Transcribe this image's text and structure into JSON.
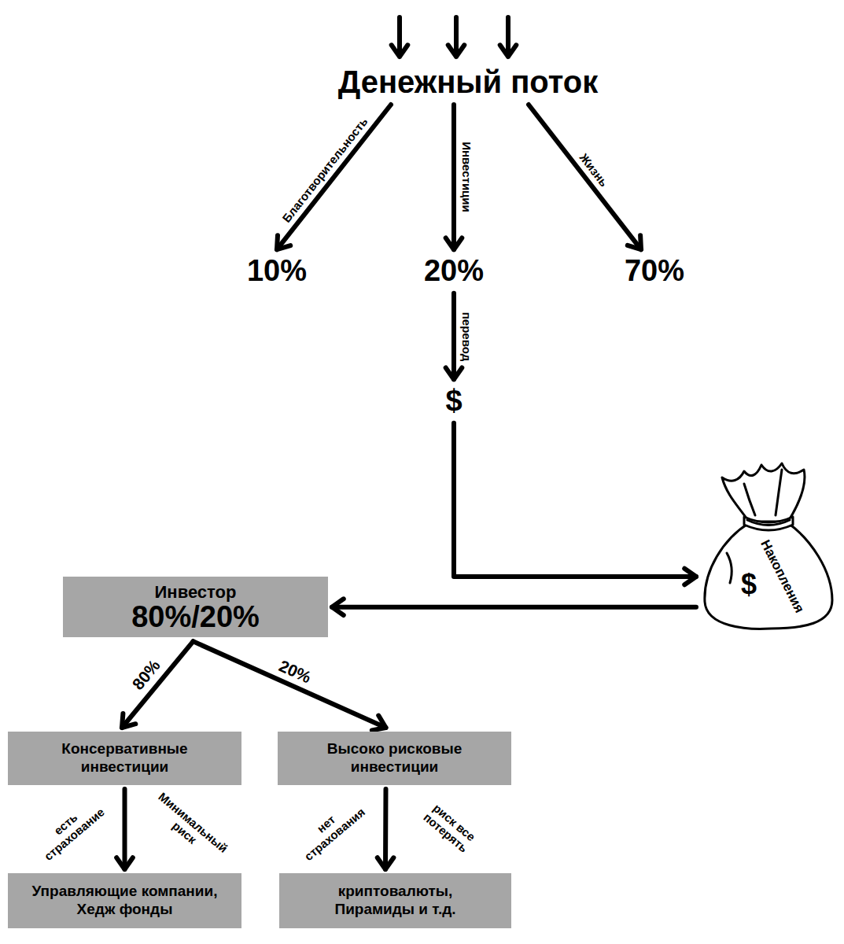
{
  "diagram": {
    "nodes": [
      {
        "text": [
          "Денежный поток"
        ]
      },
      {
        "text": [
          "10%"
        ]
      },
      {
        "text": [
          "20%"
        ]
      },
      {
        "text": [
          "70%"
        ]
      },
      {
        "text": [
          "$"
        ]
      },
      {
        "text": [
          "$",
          "Накопления"
        ]
      },
      {
        "text": [
          "Инвестор",
          "80%/20%"
        ]
      },
      {
        "text": [
          "Консервативные инвестиции"
        ]
      },
      {
        "text": [
          "Высоко рисковые инвестиции"
        ]
      },
      {
        "text": [
          "Управляющие компании, Хедж фонды"
        ]
      },
      {
        "text": [
          "криптовалюты, Пирамиды и т.д."
        ]
      }
    ],
    "edges": [
      {
        "from": 0,
        "to": 1,
        "label": "Благотворительность",
        "arrow": "to"
      },
      {
        "from": 0,
        "to": 2,
        "label": "Инвестиции",
        "arrow": "to"
      },
      {
        "from": 0,
        "to": 3,
        "label": "Жизнь",
        "arrow": "to"
      },
      {
        "from": 2,
        "to": 4,
        "label": "перевод",
        "arrow": "to"
      },
      {
        "from": 4,
        "to": 5,
        "arrow": "to"
      },
      {
        "from": 5,
        "to": 6,
        "arrow": "to"
      },
      {
        "from": 6,
        "to": 7,
        "label": "80%",
        "arrow": "to"
      },
      {
        "from": 6,
        "to": 8,
        "label": "20%",
        "arrow": "to"
      },
      {
        "from": 7,
        "to": 9,
        "label": "есть страхование",
        "arrow": "to"
      },
      {
        "from": 8,
        "to": 10,
        "label": "нет страхования",
        "arrow": "to"
      }
    ],
    "labels": [
      "Минимальный риск",
      "риск все потерять"
    ]
  }
}
